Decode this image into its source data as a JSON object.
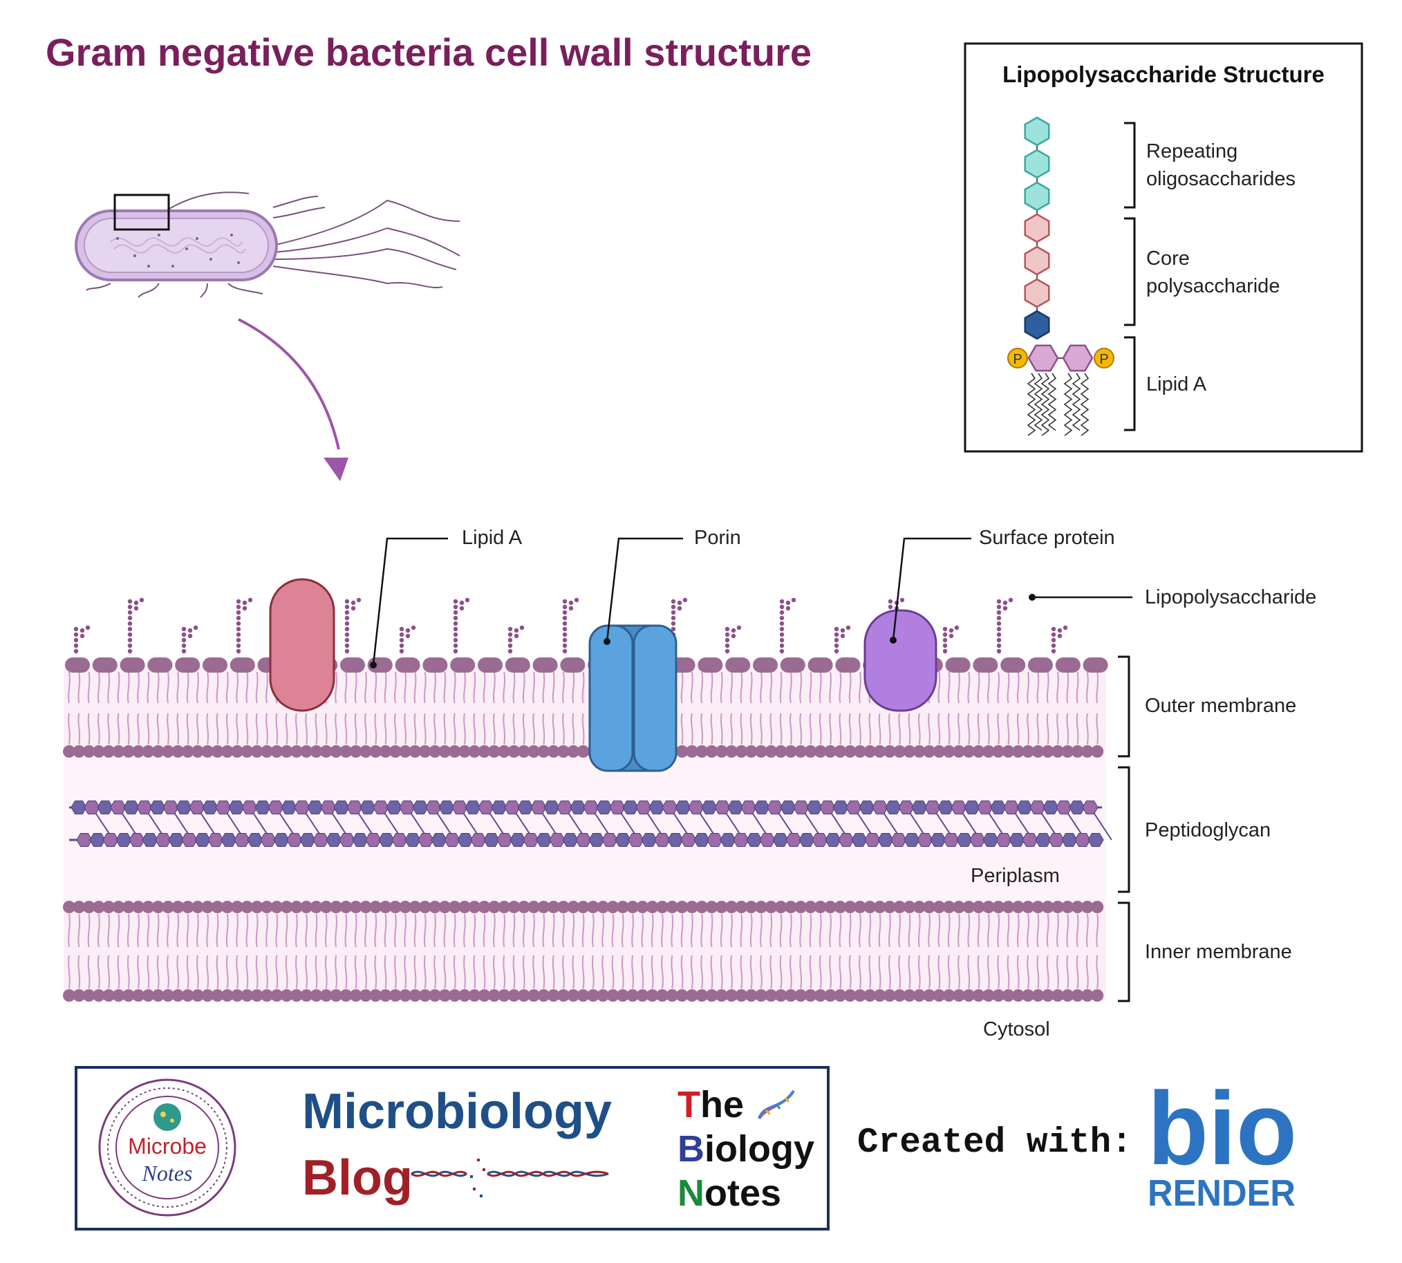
{
  "title": "Gram negative bacteria cell wall structure",
  "colors": {
    "title": "#7a1f5c",
    "membrane_head": "#9b6b94",
    "membrane_tail": "#c99ac4",
    "lipid_bg": "#fbeef6",
    "lps_dots": "#8e4f88",
    "porin": "#5aa3df",
    "porin_stroke": "#2f5f8f",
    "surface_protein": "#b07fe0",
    "surface_protein_stroke": "#6a3c93",
    "red_protein": "#dc8395",
    "red_protein_stroke": "#8a2e3c",
    "arrow": "#9c55a8",
    "oligo_teal": "#9ee2dc",
    "core_pink": "#f0c7c9",
    "core_blue": "#2e5f9e",
    "lipidA_hex": "#d9a8d4",
    "phosphate": "#f5b800",
    "biorender_blue": "#2c74c1"
  },
  "inset": {
    "title": "Lipopolysaccharide Structure",
    "labels": {
      "repeating_1": "Repeating",
      "repeating_2": "oligosaccharides",
      "core_1": "Core",
      "core_2": "polysaccharide",
      "lipid_a": "Lipid A"
    },
    "phosphate_label": "P"
  },
  "diagram_labels": {
    "lipid_a": "Lipid A",
    "porin": "Porin",
    "surface_protein": "Surface protein",
    "lipopolysaccharide": "Lipopolysaccharide",
    "outer_membrane": "Outer membrane",
    "peptidoglycan": "Peptidoglycan",
    "periplasm": "Periplasm",
    "inner_membrane": "Inner membrane",
    "cytosol": "Cytosol"
  },
  "footer": {
    "microbe_1": "Microbe",
    "microbe_2": "Notes",
    "blog_1": "Microbiology",
    "blog_2": "Blog",
    "bio_t": "T",
    "bio_he": "he",
    "bio_b": "B",
    "bio_iology": "iology",
    "bio_n": "N",
    "bio_otes": "otes",
    "created_with": "Created with:",
    "bio": "bio",
    "render": "RENDER"
  }
}
